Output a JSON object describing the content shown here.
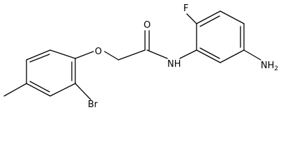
{
  "molecule": {
    "atoms": {
      "fluorine": "F",
      "oxygen_carbonyl": "O",
      "oxygen_ether": "O",
      "nitrogen_amide": "NH",
      "bromine": "Br",
      "amino_n": "NH",
      "amino_sub": "2"
    }
  }
}
